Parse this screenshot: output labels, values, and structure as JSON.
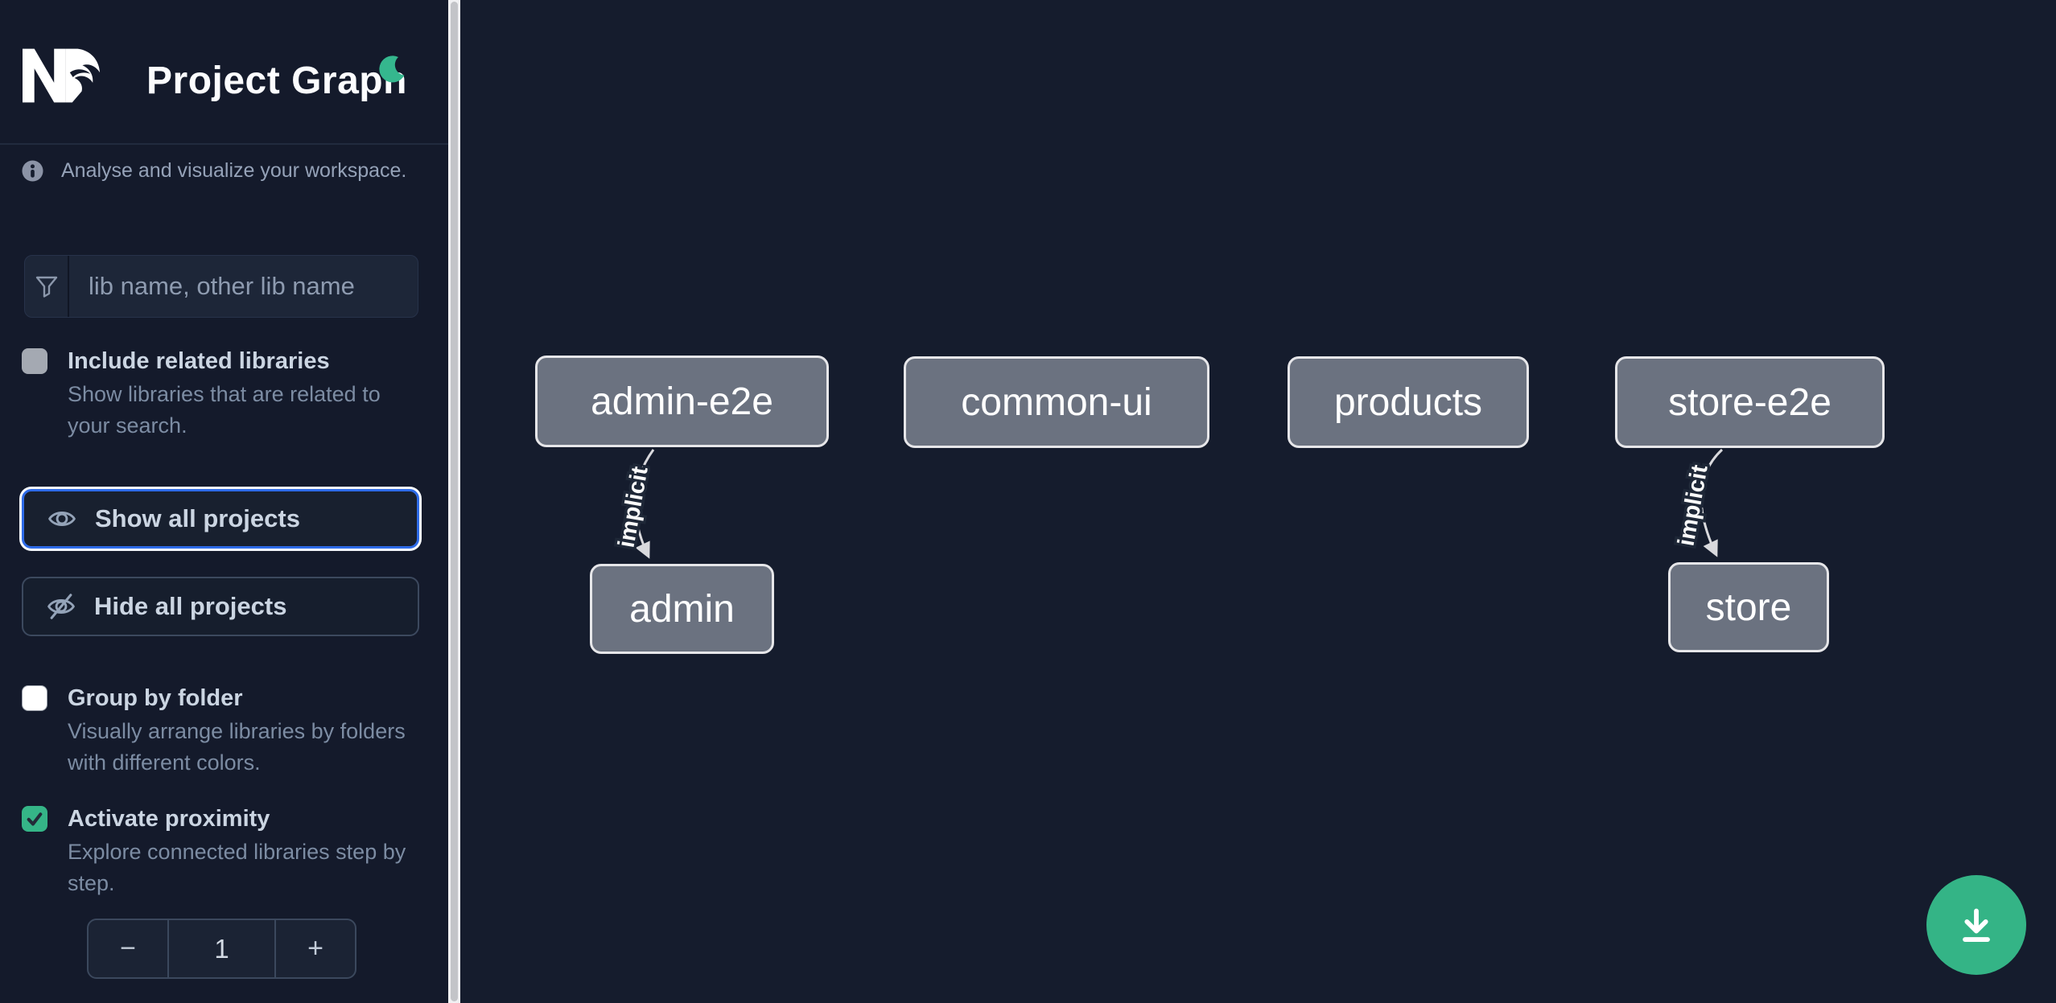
{
  "header": {
    "app_title": "Project Graph",
    "logo": "nx-logo",
    "theme_icon": "moon-icon"
  },
  "sidebar": {
    "info_text": "Analyse and visualize your workspace.",
    "filter": {
      "placeholder": "lib name, other lib name",
      "value": ""
    },
    "options": [
      {
        "label": "Include related libraries",
        "description": "Show libraries that are related to your search.",
        "checked": false,
        "disabled": true
      },
      {
        "label": "Group by folder",
        "description": "Visually arrange libraries by folders with different colors.",
        "checked": false,
        "disabled": false
      },
      {
        "label": "Activate proximity",
        "description": "Explore connected libraries step by step.",
        "checked": true,
        "disabled": false
      }
    ],
    "actions": [
      {
        "label": "Show all projects",
        "icon": "eye-icon",
        "focused": true
      },
      {
        "label": "Hide all projects",
        "icon": "eye-off-icon",
        "focused": false
      }
    ],
    "proximity_stepper": {
      "decrement_label": "−",
      "value": "1",
      "increment_label": "+"
    }
  },
  "graph": {
    "nodes": [
      {
        "label": "admin-e2e"
      },
      {
        "label": "common-ui"
      },
      {
        "label": "products"
      },
      {
        "label": "store-e2e"
      },
      {
        "label": "admin"
      },
      {
        "label": "store"
      }
    ],
    "edges": [
      {
        "source": "admin-e2e",
        "target": "admin",
        "label": "implicit",
        "type": "implicit"
      },
      {
        "source": "store-e2e",
        "target": "store",
        "label": "implicit",
        "type": "implicit"
      }
    ]
  },
  "fab": {
    "icon": "download-icon"
  },
  "colors": {
    "background": "#151C2D",
    "sidebar_background": "#141A2B",
    "accent_green": "#34B486",
    "focus_blue": "#2E6BE8",
    "node_fill": "#6B7280",
    "node_border": "#E6E6E9",
    "edge": "#D9D9DD",
    "text_primary": "#CBD5E2",
    "text_muted": "#7C8CA3"
  }
}
